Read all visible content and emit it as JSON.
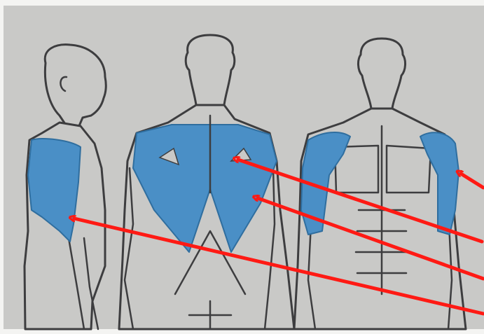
{
  "colors": {
    "paper": "#c9c9c7",
    "paper_edge": "#f4f4f2",
    "outline": "#3d3d3f",
    "muscle": "#4a8fc6",
    "muscle_stroke": "#2f6e9f",
    "arrow": "#ff1a14"
  },
  "figures": [
    {
      "name": "side-view-figure",
      "view": "side"
    },
    {
      "name": "back-view-figure",
      "view": "back"
    },
    {
      "name": "front-view-figure",
      "view": "front"
    }
  ],
  "icons": [
    "red-pointer-arrow"
  ]
}
